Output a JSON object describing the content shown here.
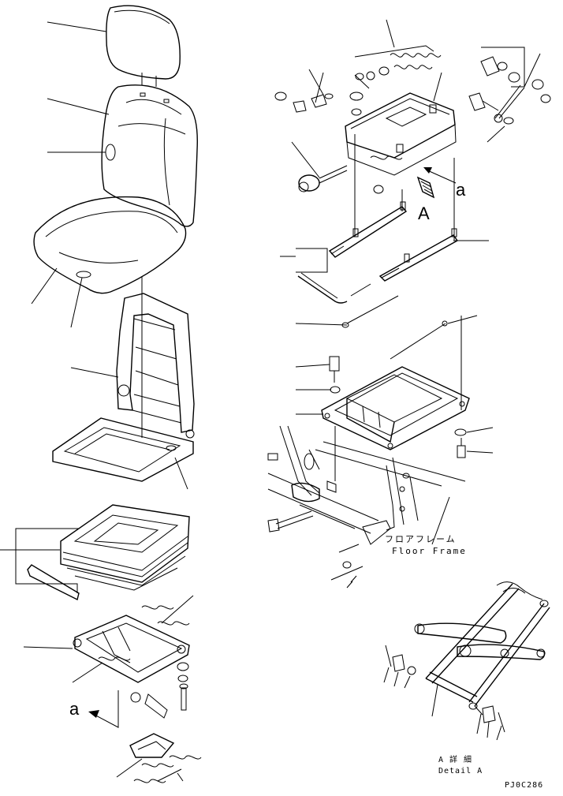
{
  "diagram": {
    "view_a_letter": "A",
    "arrow_a_small_right": "a",
    "arrow_a_small_left": "a",
    "floor_frame_jp": "フロアフレーム",
    "floor_frame_en": "Floor Frame",
    "detail_jp": "A 詳 細",
    "detail_en": "Detail A",
    "drawing_code": "PJ0C286"
  }
}
